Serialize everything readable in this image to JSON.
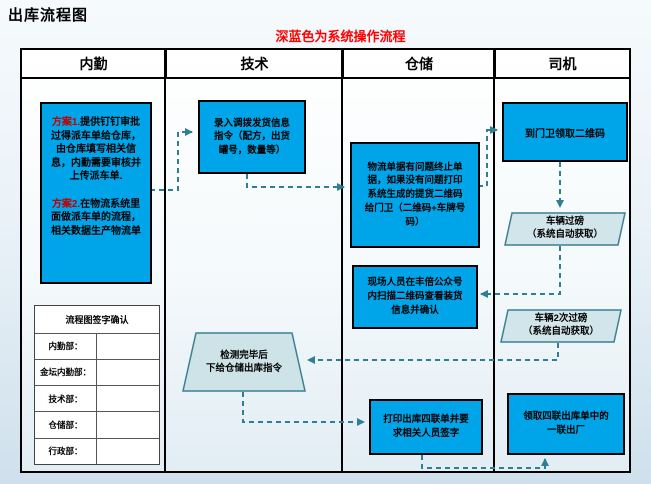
{
  "page": {
    "title": "出库流程图",
    "legend": "深蓝色为系统操作流程"
  },
  "lanes": [
    {
      "label": "内勤"
    },
    {
      "label": "技术"
    },
    {
      "label": "仓储"
    },
    {
      "label": "司机"
    }
  ],
  "nodes": {
    "plan": {
      "p1_label": "方案1.",
      "p1_text": "提供钉钉审批过得派车单给仓库，由仓库填写相关信息，内勤需要审核并上传派车单.",
      "p2_label": "方案2.",
      "p2_text": "在物流系统里面做派车单的流程，相关数据生产物流单"
    },
    "tech_entry": "录入调拨发货信息指令（配方，出货罐号，数量等）",
    "warehouse_check": "物流单据有问题终止单据，如果没有问题打印系统生成的提货二维码给门卫（二维码+车牌号码）",
    "scan_confirm": "现场人员在丰倍公众号内扫描二维码查看装货信息并确认",
    "print_sign": "打印出库四联单并要求相关人员签字",
    "driver_qr": "到门卫领取二维码",
    "weigh1_line1": "车辆过磅",
    "weigh1_line2": "（系统自动获取）",
    "weigh2_line1": "车辆2次过磅",
    "weigh2_line2": "（系统自动获取）",
    "test_done_line1": "检测完毕后",
    "test_done_line2": "下给仓储出库指令",
    "exit_copy": "领取四联出库单中的一联出厂"
  },
  "sign_table": {
    "title": "流程图签字确认",
    "rows": [
      "内勤部：",
      "金坛内勤部：",
      "技术部：",
      "仓储部：",
      "行政部："
    ]
  },
  "colors": {
    "system_node_blue": "#00a5e9",
    "manual_shape_fill": "#d2e5eb",
    "shape_border_teal": "#3b8093",
    "arrow_teal": "#2e7f93",
    "legend_red": "#ff0000",
    "plan_label_red": "#c00000",
    "grid_border": "#000000"
  }
}
